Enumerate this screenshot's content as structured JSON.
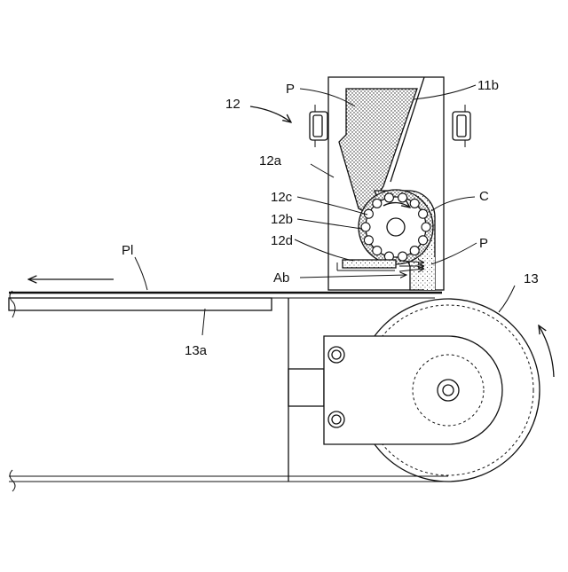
{
  "labels": {
    "hopper_unit": "12",
    "powder_top": "P",
    "scraper": "11b",
    "hopper_wall": "12a",
    "roller_surface": "12c",
    "supply_roller": "12b",
    "blade": "12d",
    "cover": "C",
    "powder_side": "P",
    "air_flow": "Ab",
    "plate": "Pl",
    "conveyor": "13",
    "conveyor_support": "13a"
  }
}
